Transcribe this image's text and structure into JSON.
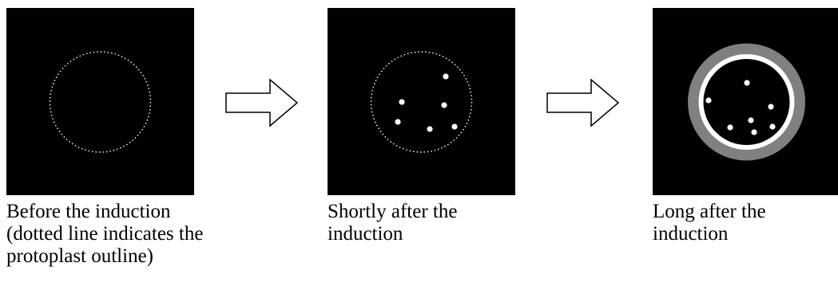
{
  "panels": [
    {
      "caption_lines": [
        "Before the induction",
        "(dotted line indicates the",
        "protoplast outline)"
      ]
    },
    {
      "caption_lines": [
        "Shortly after the",
        "induction"
      ]
    },
    {
      "caption_lines": [
        "Long after the",
        "induction"
      ]
    }
  ],
  "colors": {
    "panel_background": "#000000",
    "dots": "#ffffff",
    "outer_ring": "#808080",
    "inner_ring": "#ffffff",
    "arrow_outline": "#000000"
  }
}
